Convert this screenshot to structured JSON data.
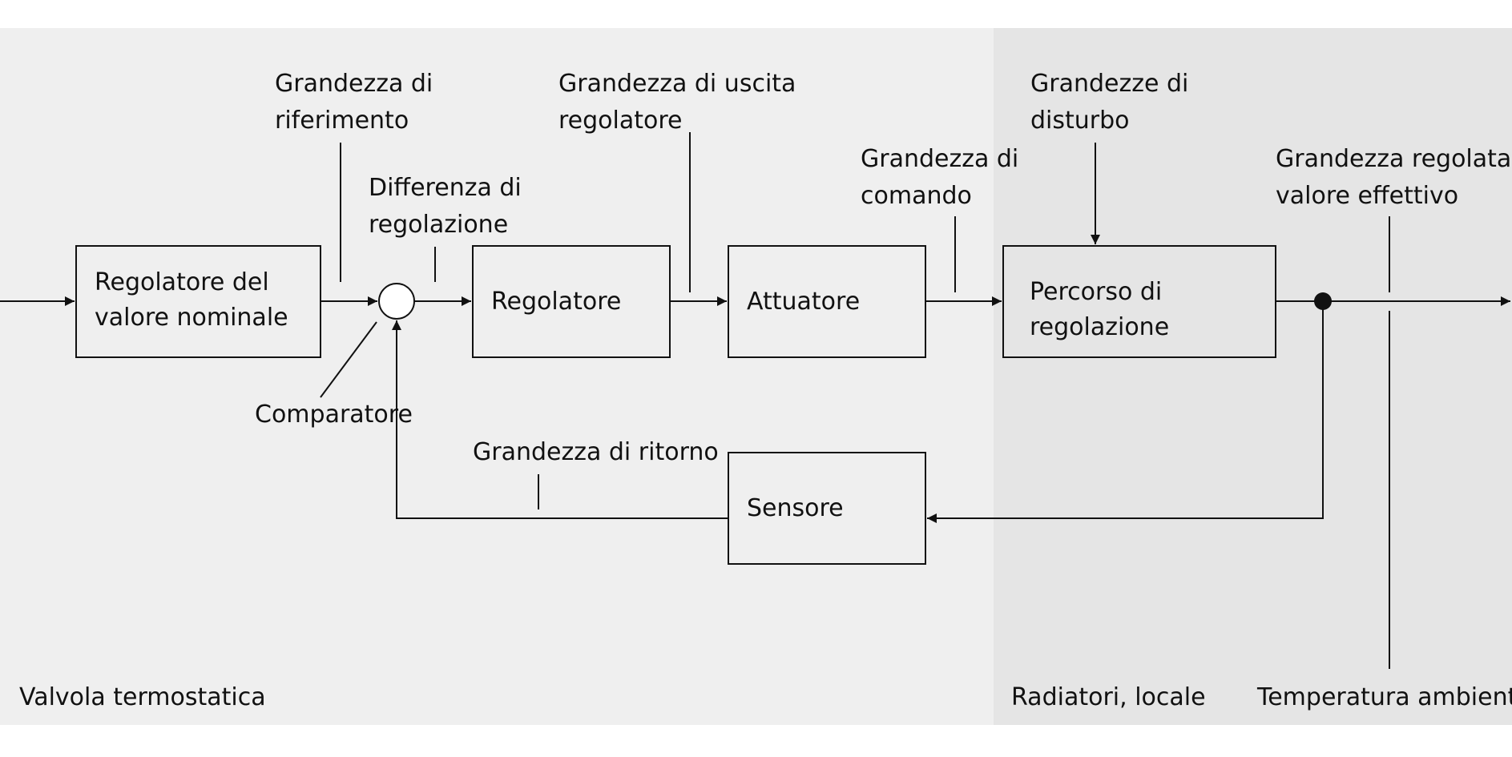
{
  "colors": {
    "background": "#ffffff",
    "left_region": "#efefef",
    "right_region": "#e5e5e5",
    "line": "#111111"
  },
  "blocks": {
    "setpoint_regulator": [
      "Regolatore del",
      "valore nominale"
    ],
    "regulator": "Regolatore",
    "actuator": "Attuatore",
    "control_path": [
      "Percorso di",
      "regolazione"
    ],
    "sensor": "Sensore"
  },
  "labels": {
    "reference_variable": [
      "Grandezza di",
      "riferimento"
    ],
    "control_difference": [
      "Differenza di",
      "regolazione"
    ],
    "regulator_output": [
      "Grandezza di uscita",
      "regolatore"
    ],
    "command_variable": [
      "Grandezza di",
      "comando"
    ],
    "disturbance_variables": [
      "Grandezze di",
      "disturbo"
    ],
    "controlled_variable": [
      "Grandezza regolata,",
      "valore effettivo"
    ],
    "comparator": "Comparatore",
    "feedback_variable": "Grandezza di ritorno"
  },
  "regions": {
    "left": "Valvola termostatica",
    "right": "Radiatori, locale",
    "output": "Temperatura ambiente"
  }
}
